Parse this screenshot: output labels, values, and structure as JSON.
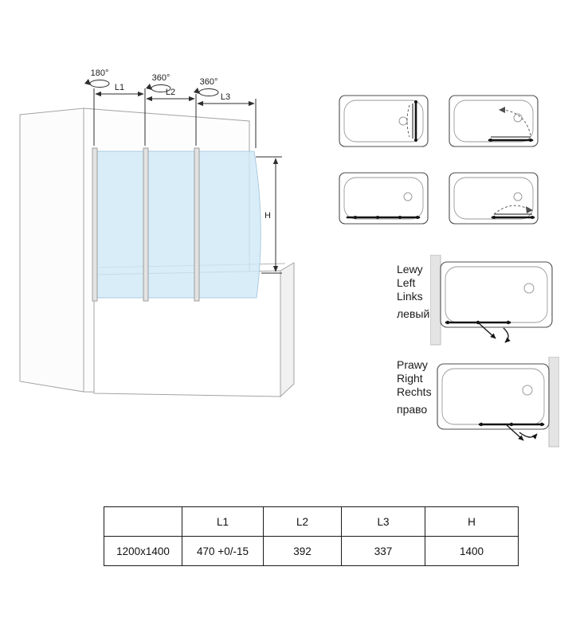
{
  "main_diagram": {
    "angles": [
      "180°",
      "360°",
      "360°"
    ],
    "dims": {
      "l1": "L1",
      "l2": "L2",
      "l3": "L3",
      "h": "H"
    }
  },
  "orientations": {
    "left": {
      "lines": [
        "Lewy",
        "Left",
        "Links",
        "левый"
      ]
    },
    "right": {
      "lines": [
        "Prawy",
        "Right",
        "Rechts",
        "право"
      ]
    }
  },
  "table": {
    "headers": [
      "",
      "L1",
      "L2",
      "L3",
      "H"
    ],
    "rows": [
      [
        "1200x1400",
        "470 +0/-15",
        "392",
        "337",
        "1400"
      ]
    ]
  },
  "colors": {
    "glass": "#cfe8f8",
    "outline": "#a3a3a3",
    "dimension": "#2e2e2e"
  }
}
